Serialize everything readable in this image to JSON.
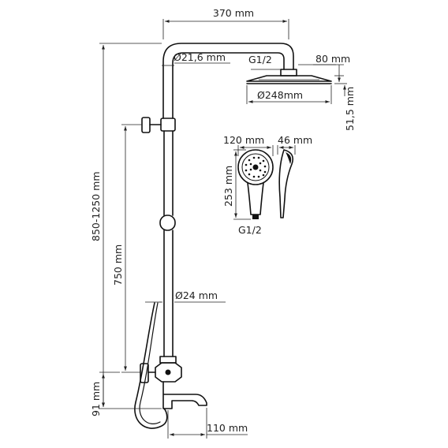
{
  "dimensions": {
    "arm_width": "370 mm",
    "pipe_top_diameter": "Ø21,6 mm",
    "thread_top": "G1/2",
    "head_height_offset": "80 mm",
    "head_diameter": "Ø248mm",
    "head_thickness": "51,5 mm",
    "total_height": "850-1250 mm",
    "hose_height": "750 mm",
    "pipe_bottom_diameter": "Ø24 mm",
    "mixer_height": "91 mm",
    "spout_length": "110 mm"
  },
  "hand_shower": {
    "width": "120 mm",
    "depth": "46 mm",
    "length": "253 mm",
    "thread": "G1/2"
  }
}
